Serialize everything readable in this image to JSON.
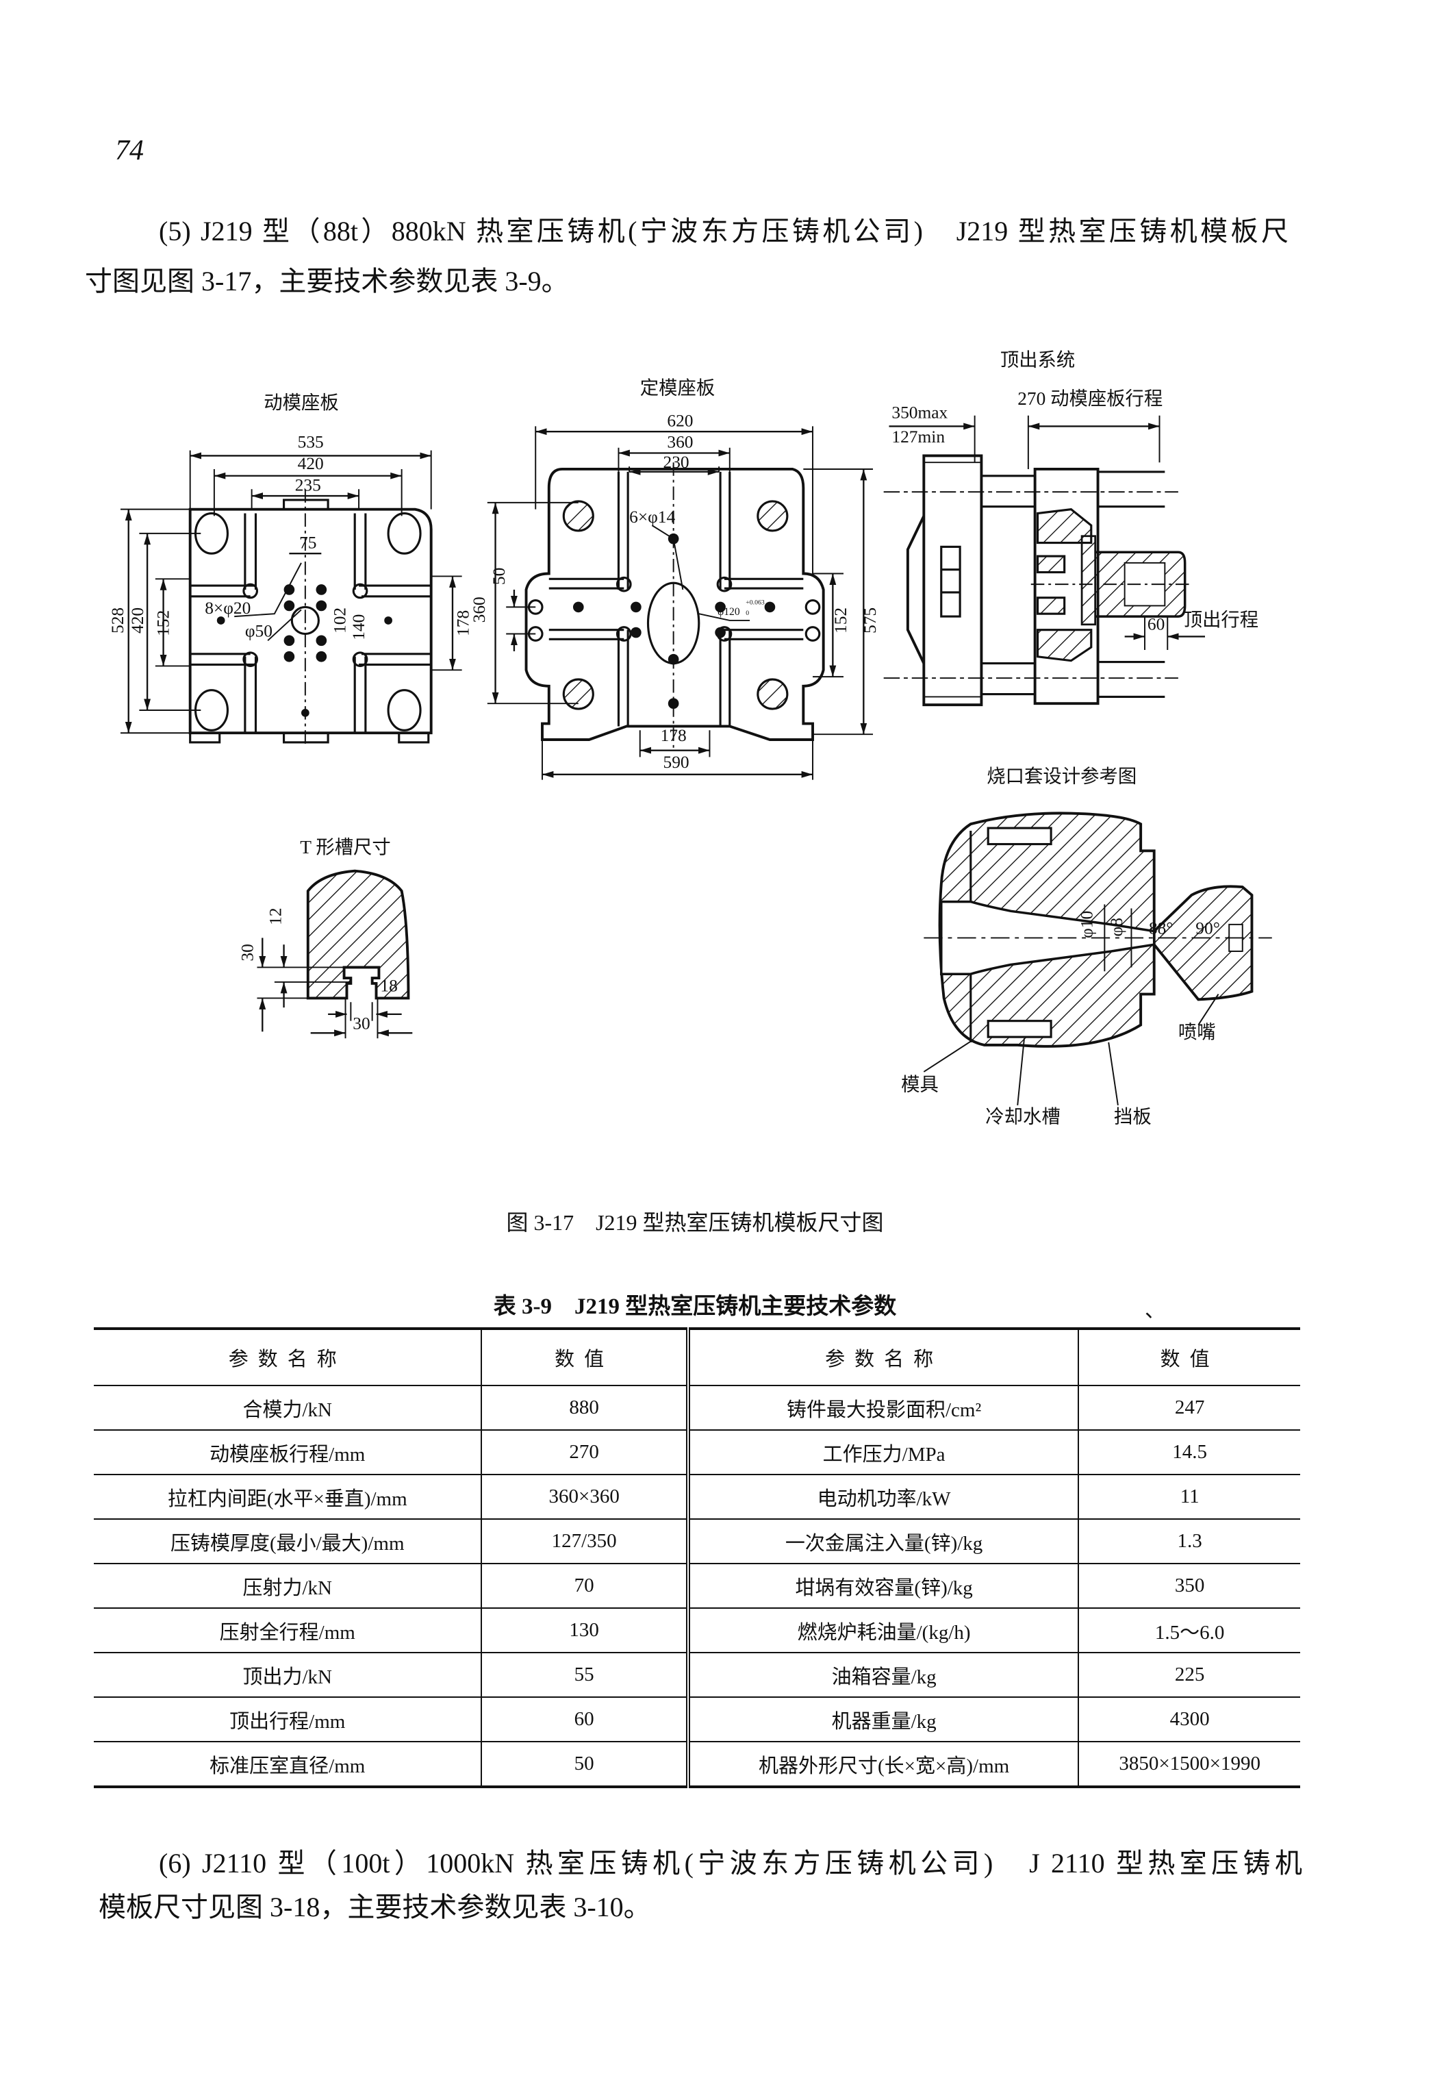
{
  "page_number": "74",
  "para1": {
    "line1": "(5) J219 型（88t）880kN 热室压铸机(宁波东方压铸机公司)　J219 型热室压铸机模板尺",
    "line2": "寸图见图 3-17，主要技术参数见表 3-9。"
  },
  "figure": {
    "caption": "图 3-17　J219 型热室压铸机模板尺寸图",
    "moving_platen": {
      "title": "动模座板",
      "dims": [
        "535",
        "420",
        "235",
        "75",
        "8×φ20",
        "φ50",
        "528",
        "420",
        "152",
        "102",
        "140",
        "178"
      ]
    },
    "fixed_platen": {
      "title": "定模座板",
      "dims": [
        "620",
        "360",
        "230",
        "6×φ14",
        "φ120",
        "+0.063",
        "0",
        "50",
        "360",
        "152",
        "575",
        "178",
        "590"
      ]
    },
    "ejection": {
      "title": "顶出系统",
      "stroke": "270 动模座板行程",
      "max": "350max",
      "min": "127min",
      "eject_value": "60",
      "eject_label": "顶出行程"
    },
    "t_slot": {
      "title": "T 形槽尺寸",
      "dims": [
        "12",
        "30",
        "18",
        "30"
      ]
    },
    "sprue": {
      "title": "烧口套设计参考图",
      "dims": [
        "φ10",
        "φ8",
        "88°",
        "90°"
      ],
      "labels": [
        "喷嘴",
        "模具",
        "冷却水槽",
        "挡板"
      ]
    }
  },
  "table": {
    "title": "表 3-9　J219 型热室压铸机主要技术参数",
    "stray_mark": "、",
    "headers": [
      "参数名称",
      "数值",
      "参数名称",
      "数值"
    ],
    "rows": [
      [
        "合模力/kN",
        "880",
        "铸件最大投影面积/cm²",
        "247"
      ],
      [
        "动模座板行程/mm",
        "270",
        "工作压力/MPa",
        "14.5"
      ],
      [
        "拉杠内间距(水平×垂直)/mm",
        "360×360",
        "电动机功率/kW",
        "11"
      ],
      [
        "压铸模厚度(最小/最大)/mm",
        "127/350",
        "一次金属注入量(锌)/kg",
        "1.3"
      ],
      [
        "压射力/kN",
        "70",
        "坩埚有效容量(锌)/kg",
        "350"
      ],
      [
        "压射全行程/mm",
        "130",
        "燃烧炉耗油量/(kg/h)",
        "1.5～6.0"
      ],
      [
        "顶出力/kN",
        "55",
        "油箱容量/kg",
        "225"
      ],
      [
        "顶出行程/mm",
        "60",
        "机器重量/kg",
        "4300"
      ],
      [
        "标准压室直径/mm",
        "50",
        "机器外形尺寸(长×宽×高)/mm",
        "3850×1500×1990"
      ]
    ]
  },
  "para2": {
    "line1": "(6) J2110 型（100t）1000kN 热室压铸机(宁波东方压铸机公司)　J 2110 型热室压铸机",
    "line2": "模板尺寸见图 3-18，主要技术参数见表 3-10。"
  }
}
